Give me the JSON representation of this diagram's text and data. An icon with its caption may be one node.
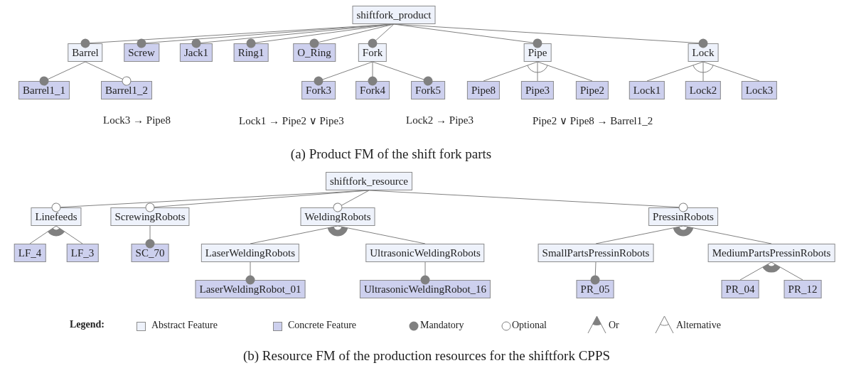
{
  "diagram": {
    "nodes": [
      {
        "text": [
          "shiftfork_product"
        ]
      },
      {
        "text": [
          "Barrel"
        ]
      },
      {
        "text": [
          "Screw"
        ]
      },
      {
        "text": [
          "Jack1"
        ]
      },
      {
        "text": [
          "Ring1"
        ]
      },
      {
        "text": [
          "O_Ring"
        ]
      },
      {
        "text": [
          "Fork"
        ]
      },
      {
        "text": [
          "Pipe"
        ]
      },
      {
        "text": [
          "Lock"
        ]
      },
      {
        "text": [
          "Barrel1_1"
        ]
      },
      {
        "text": [
          "Barrel1_2"
        ]
      },
      {
        "text": [
          "Fork3"
        ]
      },
      {
        "text": [
          "Fork4"
        ]
      },
      {
        "text": [
          "Fork5"
        ]
      },
      {
        "text": [
          "Pipe8"
        ]
      },
      {
        "text": [
          "Pipe3"
        ]
      },
      {
        "text": [
          "Pipe2"
        ]
      },
      {
        "text": [
          "Lock1"
        ]
      },
      {
        "text": [
          "Lock2"
        ]
      },
      {
        "text": [
          "Lock3"
        ]
      },
      {
        "text": [
          "shiftfork_resource"
        ]
      },
      {
        "text": [
          "Linefeeds"
        ]
      },
      {
        "text": [
          "ScrewingRobots"
        ]
      },
      {
        "text": [
          "WeldingRobots"
        ]
      },
      {
        "text": [
          "PressinRobots"
        ]
      },
      {
        "text": [
          "LF_4"
        ]
      },
      {
        "text": [
          "LF_3"
        ]
      },
      {
        "text": [
          "SC_70"
        ]
      },
      {
        "text": [
          "LaserWeldingRobots"
        ]
      },
      {
        "text": [
          "UltrasonicWeldingRobots"
        ]
      },
      {
        "text": [
          "SmallPartsPressinRobots"
        ]
      },
      {
        "text": [
          "MediumPartsPressinRobots"
        ]
      },
      {
        "text": [
          "LaserWeldingRobot_01"
        ]
      },
      {
        "text": [
          "UltrasonicWeldingRobot_16"
        ]
      },
      {
        "text": [
          "PR_05"
        ]
      },
      {
        "text": [
          "PR_04"
        ]
      },
      {
        "text": [
          "PR_12"
        ]
      }
    ],
    "edges": [
      {
        "from": 0,
        "to": 1,
        "arrow": "other"
      },
      {
        "from": 0,
        "to": 2,
        "arrow": "other"
      },
      {
        "from": 0,
        "to": 3,
        "arrow": "other"
      },
      {
        "from": 0,
        "to": 4,
        "arrow": "other"
      },
      {
        "from": 0,
        "to": 5,
        "arrow": "other"
      },
      {
        "from": 0,
        "to": 6,
        "arrow": "other"
      },
      {
        "from": 0,
        "to": 7,
        "arrow": "other"
      },
      {
        "from": 0,
        "to": 8,
        "arrow": "other"
      },
      {
        "from": 1,
        "to": 9,
        "arrow": "other"
      },
      {
        "from": 1,
        "to": 10,
        "arrow": "other"
      },
      {
        "from": 6,
        "to": 11,
        "arrow": "other"
      },
      {
        "from": 6,
        "to": 12,
        "arrow": "other"
      },
      {
        "from": 6,
        "to": 13,
        "arrow": "other"
      },
      {
        "from": 7,
        "to": 14,
        "arrow": "none"
      },
      {
        "from": 7,
        "to": 15,
        "arrow": "none"
      },
      {
        "from": 7,
        "to": 16,
        "arrow": "none"
      },
      {
        "from": 8,
        "to": 17,
        "arrow": "none"
      },
      {
        "from": 8,
        "to": 18,
        "arrow": "none"
      },
      {
        "from": 8,
        "to": 19,
        "arrow": "none"
      },
      {
        "from": 20,
        "to": 21,
        "arrow": "other"
      },
      {
        "from": 20,
        "to": 22,
        "arrow": "other"
      },
      {
        "from": 20,
        "to": 23,
        "arrow": "other"
      },
      {
        "from": 20,
        "to": 24,
        "arrow": "other"
      },
      {
        "from": 21,
        "to": 25,
        "arrow": "none"
      },
      {
        "from": 21,
        "to": 26,
        "arrow": "none"
      },
      {
        "from": 22,
        "to": 27,
        "arrow": "other"
      },
      {
        "from": 23,
        "to": 28,
        "arrow": "none"
      },
      {
        "from": 23,
        "to": 29,
        "arrow": "none"
      },
      {
        "from": 24,
        "to": 30,
        "arrow": "none"
      },
      {
        "from": 24,
        "to": 31,
        "arrow": "none"
      },
      {
        "from": 28,
        "to": 32,
        "arrow": "other"
      },
      {
        "from": 29,
        "to": 33,
        "arrow": "other"
      },
      {
        "from": 30,
        "to": 34,
        "arrow": "other"
      },
      {
        "from": 31,
        "to": 35,
        "arrow": "none"
      },
      {
        "from": 31,
        "to": 36,
        "arrow": "none"
      }
    ],
    "labels": [
      "Lock3 → Pipe8",
      "Lock1 → Pipe2 ∨ Pipe3",
      "Lock2 → Pipe3",
      "Pipe2 ∨ Pipe8 → Barrel1_2",
      "(a) Product FM of the shift fork parts",
      "Legend:",
      "(b) Resource FM of the production resources for the shiftfork CPPS"
    ],
    "legend": [
      {
        "text": "Abstract Feature",
        "color": "#eef2fb"
      },
      {
        "text": "Concrete Feature",
        "color": "#cdd0ee"
      },
      {
        "text": "Mandatory"
      },
      {
        "text": "Optional"
      },
      {
        "text": "Or"
      },
      {
        "text": "Alternative"
      }
    ]
  }
}
